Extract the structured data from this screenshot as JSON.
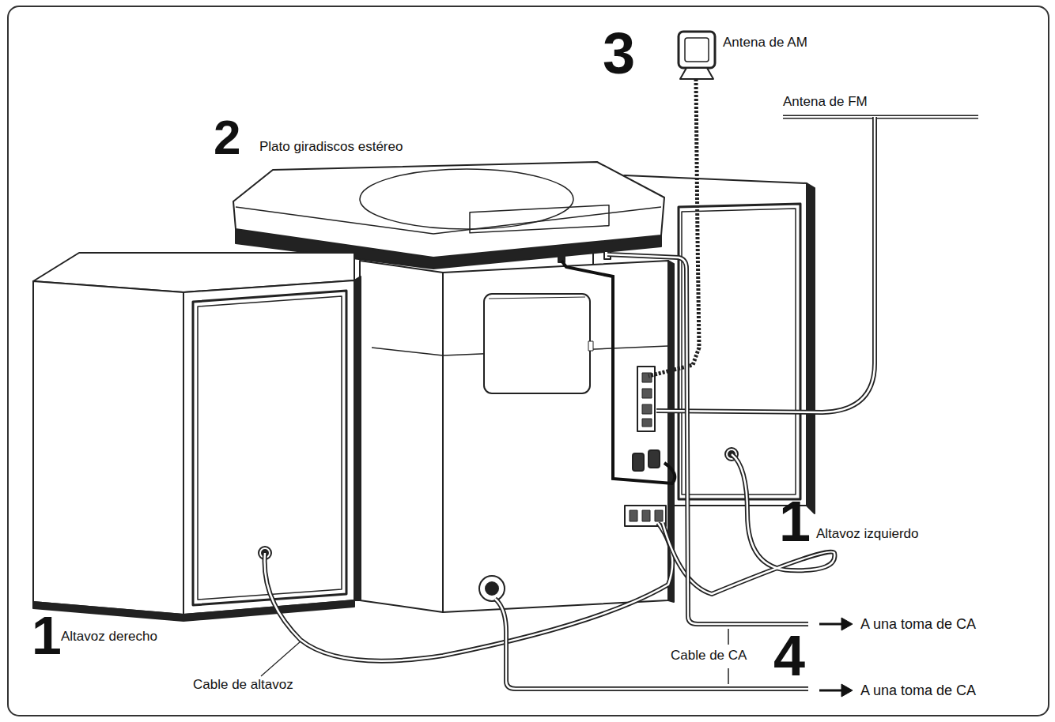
{
  "diagram": {
    "labels": [
      "3",
      "Antena de AM",
      "Antena de FM",
      "2",
      "Plato giradiscos estéreo",
      "1",
      "Altavoz izquierdo",
      "1",
      "Altavoz derecho",
      "Cable de altavoz",
      "A una toma de CA",
      "Cable de CA",
      "4",
      "A una toma de CA"
    ]
  }
}
